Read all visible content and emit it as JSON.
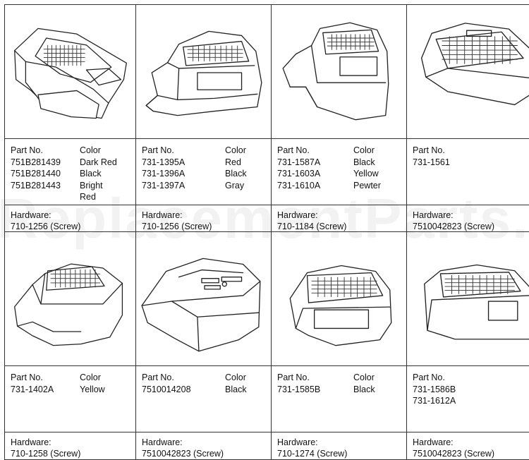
{
  "watermark": "ReplacementParts.com",
  "rows": [
    {
      "items": [
        {
          "part_label": "Part No.",
          "parts": [
            "751B281439",
            "751B281440",
            "751B281443"
          ],
          "color_label": "Color",
          "colors": [
            "Dark Red",
            "Black",
            "Bright",
            "Red"
          ],
          "hw_label": "Hardware:",
          "hw": "710-1256 (Screw)",
          "shape": "A"
        },
        {
          "part_label": "Part No.",
          "parts": [
            "731-1395A",
            "731-1396A",
            "731-1397A"
          ],
          "color_label": "Color",
          "colors": [
            "Red",
            "Black",
            "Gray"
          ],
          "hw_label": "Hardware:",
          "hw": "710-1256 (Screw)",
          "shape": "B"
        },
        {
          "part_label": "Part No.",
          "parts": [
            "731-1587A",
            "731-1603A",
            "731-1610A"
          ],
          "color_label": "Color",
          "colors": [
            "Black",
            "Yellow",
            "Pewter"
          ],
          "hw_label": "Hardware:",
          "hw": "710-1184 (Screw)",
          "shape": "C"
        },
        {
          "part_label": "Part No.",
          "parts": [
            "731-1561"
          ],
          "color_label": "",
          "colors": [],
          "hw_label": "Hardware:",
          "hw": "7510042823 (Screw)",
          "shape": "D"
        }
      ]
    },
    {
      "items": [
        {
          "part_label": "Part No.",
          "parts": [
            "731-1402A"
          ],
          "color_label": "Color",
          "colors": [
            "Yellow"
          ],
          "hw_label": "Hardware:",
          "hw": "710-1258 (Screw)",
          "shape": "E"
        },
        {
          "part_label": "Part No.",
          "parts": [
            "7510014208"
          ],
          "color_label": "Color",
          "colors": [
            "Black"
          ],
          "hw_label": "Hardware:",
          "hw": "7510042823 (Screw)",
          "shape": "F"
        },
        {
          "part_label": "Part No.",
          "parts": [
            "731-1585B"
          ],
          "color_label": "Color",
          "colors": [
            "Black"
          ],
          "hw_label": "Hardware:",
          "hw": "710-1274 (Screw)",
          "shape": "G"
        },
        {
          "part_label": "Part No.",
          "parts": [
            "731-1586B",
            "731-1612A"
          ],
          "color_label": "",
          "colors": [],
          "hw_label": "Hardware:",
          "hw": "7510042823 (Screw)",
          "shape": "H"
        }
      ]
    }
  ]
}
